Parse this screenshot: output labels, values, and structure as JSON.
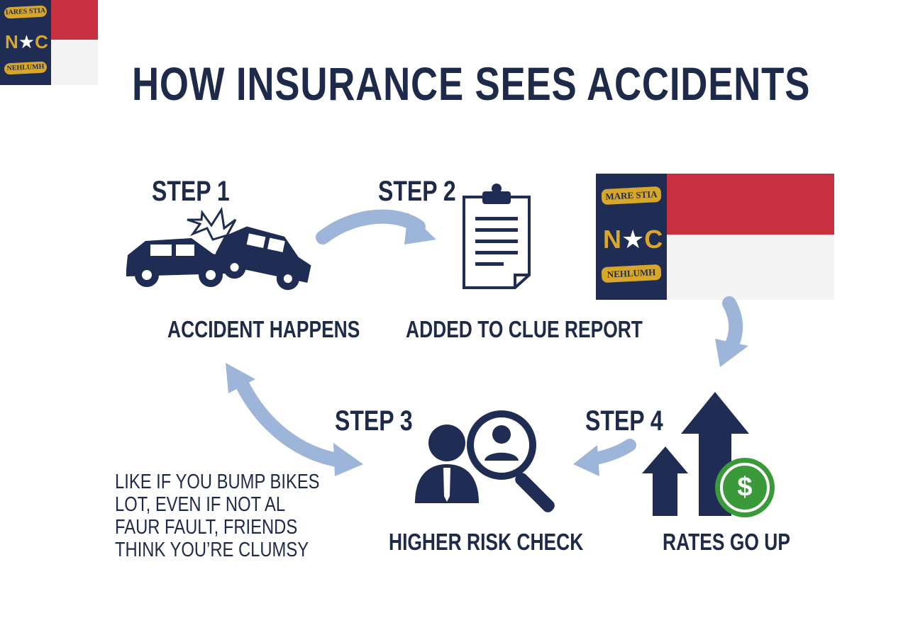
{
  "title": "HOW INSURANCE SEES ACCIDENTS",
  "flag": {
    "banner_top": "MARE STIA",
    "banner_top_small": "IARES STIA",
    "letters": "N★C",
    "banner_bottom": "NEHLUMH",
    "banner_bottom_small": "NEHLUMH"
  },
  "steps": [
    {
      "label": "STEP 1",
      "caption": "ACCIDENT HAPPENS",
      "icon": "car-crash-icon"
    },
    {
      "label": "STEP 2",
      "caption": "ADDED TO CLUE REPORT",
      "icon": "clipboard-report-icon"
    },
    {
      "label": "STEP 3",
      "caption": "HIGHER RISK CHECK",
      "icon": "magnifier-person-icon"
    },
    {
      "label": "STEP 4",
      "caption": "RATES GO UP",
      "icon": "rising-arrows-dollar-icon"
    }
  ],
  "note": {
    "lines": [
      "LIKE IF YOU BUMP BIKES",
      " LOT, EVEN IF NOT AL",
      "FAUR FAULT, FRIENDS",
      " THINK YOU’RE CLUMSY"
    ]
  },
  "dollar_symbol": "$",
  "colors": {
    "navy": "#1e2a4a",
    "arrow_blue": "#9db5d8",
    "flag_red": "#c8303f",
    "flag_gold": "#d8a72a",
    "dollar_green": "#3a9a3a"
  }
}
